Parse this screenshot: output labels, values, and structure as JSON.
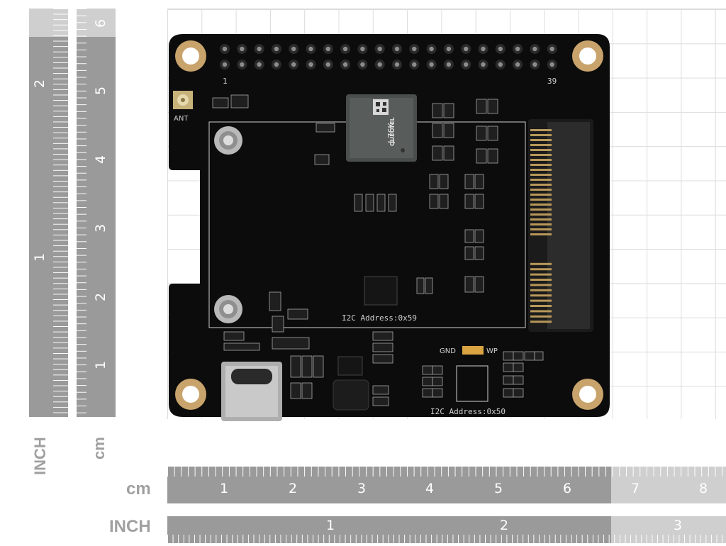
{
  "rulers": {
    "left_inch_unit": "INCH",
    "left_cm_unit": "cm",
    "bottom_cm_unit": "cm",
    "bottom_inch_unit": "INCH",
    "left_inch_numbers": [
      "2",
      "1"
    ],
    "left_cm_numbers": [
      "6",
      "5",
      "4",
      "3",
      "2",
      "1"
    ],
    "bottom_cm_numbers": [
      "1",
      "2",
      "3",
      "4",
      "5",
      "6",
      "7",
      "8"
    ],
    "bottom_inch_numbers": [
      "1",
      "2",
      "3"
    ]
  },
  "board": {
    "pin1_label": "1",
    "pin39_label": "39",
    "antenna_label": "ANT",
    "gnss_module_text": "L76K",
    "gnss_module_brand": "QUECTEL",
    "i2c_label_1": "I2C Address:0x59",
    "i2c_label_2": "I2C Address:0x50",
    "gnd_label": "GND",
    "wp_label": "WP"
  },
  "colors": {
    "pcb": "#0c0c0c",
    "silkscreen": "#d0d0d0",
    "gold_pad": "#c8a36b",
    "ruler": "#9a9a9a"
  }
}
